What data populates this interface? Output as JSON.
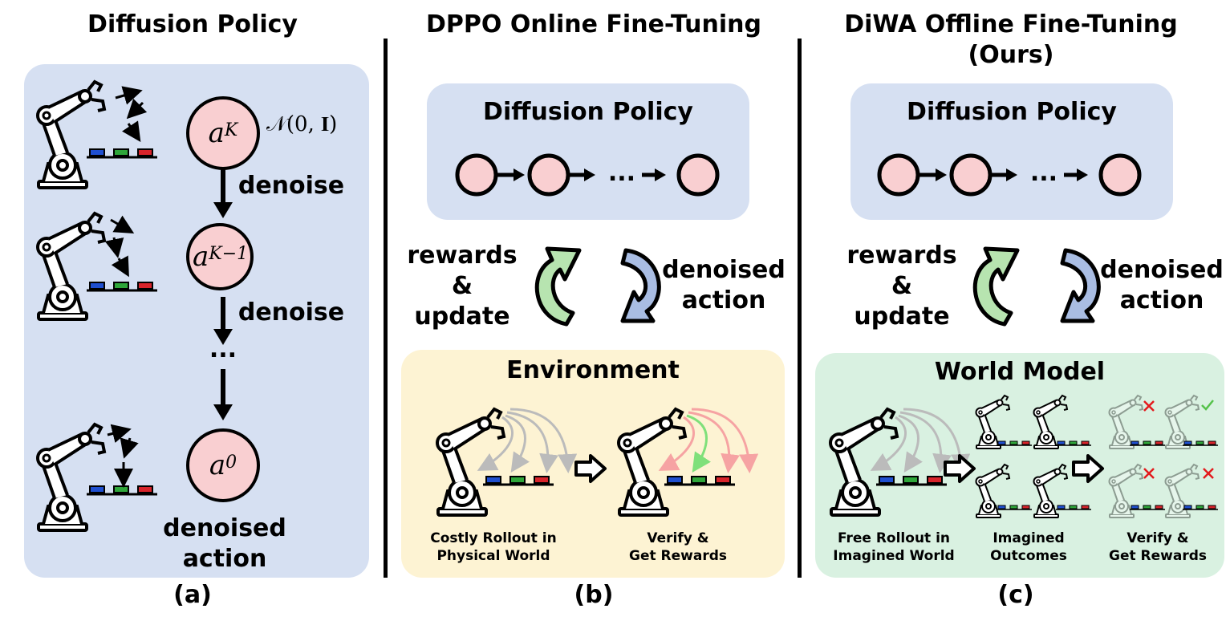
{
  "panel_a": {
    "title": "Diffusion Policy",
    "circles": [
      "K",
      "K−1",
      "0"
    ],
    "noise_label": "𝒩(0, 𝐈)",
    "denoise_1": "denoise",
    "denoise_2": "denoise",
    "ellipsis": "...",
    "output_line1": "denoised",
    "output_line2": "action",
    "sublabel": "(a)"
  },
  "panel_b": {
    "title": "DPPO Online Fine-Tuning",
    "policy_title": "Diffusion Policy",
    "chain_ellipsis": "...",
    "left_arrow_l1": "rewards",
    "left_arrow_l2": "&",
    "left_arrow_l3": "update",
    "right_arrow_l1": "denoised",
    "right_arrow_l2": "action",
    "box_title": "Environment",
    "caption_left_l1": "Costly Rollout in",
    "caption_left_l2": "Physical World",
    "caption_right_l1": "Verify &",
    "caption_right_l2": "Get Rewards",
    "sublabel": "(b)"
  },
  "panel_c": {
    "title_l1": "DiWA Offline Fine-Tuning",
    "title_l2": "(Ours)",
    "policy_title": "Diffusion Policy",
    "chain_ellipsis": "...",
    "left_arrow_l1": "rewards",
    "left_arrow_l2": "&",
    "left_arrow_l3": "update",
    "right_arrow_l1": "denoised",
    "right_arrow_l2": "action",
    "box_title": "World Model",
    "caption_1_l1": "Free Rollout in",
    "caption_1_l2": "Imagined World",
    "caption_2_l1": "Imagined",
    "caption_2_l2": "Outcomes",
    "caption_3_l1": "Verify &",
    "caption_3_l2": "Get Rewards",
    "sublabel": "(c)"
  },
  "colors": {
    "blue_panel": "#d6e0f2",
    "yellow_panel": "#fdf3d3",
    "green_panel": "#d9f1e1",
    "node_fill": "#f9cfd1",
    "update_arrow": "#b7e4b0",
    "action_arrow": "#a9bde3",
    "cross": "#e31a1c",
    "check": "#55c24a"
  }
}
